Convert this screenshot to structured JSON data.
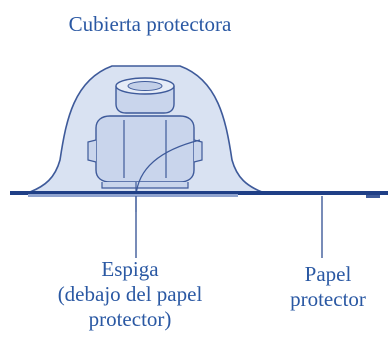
{
  "labels": {
    "cover": "Cubierta protectora",
    "spike": {
      "line1": "Espiga",
      "line2": "(debajo del papel",
      "line3": "protector)"
    },
    "paper": {
      "line1": "Papel",
      "line2": "protector"
    }
  },
  "colors": {
    "label_text": "#2a58a3",
    "outline": "#3e5a9a",
    "cover_fill": "#d9e2f2",
    "inner_fill": "#c9d5ec",
    "base_strip": "#1f3f86"
  }
}
